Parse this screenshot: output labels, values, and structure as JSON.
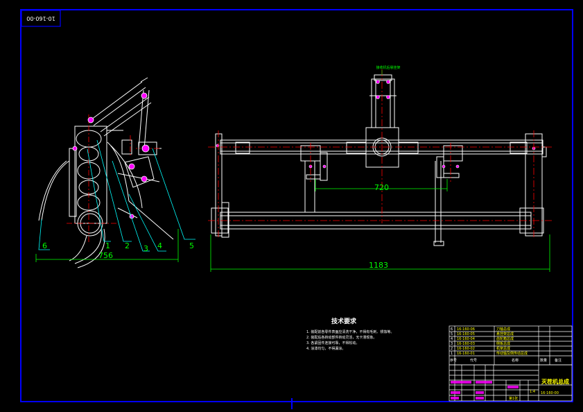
{
  "drawing_code_box": "10-160-00",
  "drawing_code": "16-160-00",
  "title": "灭茬机总成",
  "top_label": "接收机后悬挂架",
  "dimensions": {
    "side_width": "756",
    "top_center": "720",
    "top_total": "1183"
  },
  "callouts": [
    "1",
    "2",
    "3",
    "4",
    "5",
    "6"
  ],
  "tech_requirements": {
    "heading": "技术要求",
    "items": [
      "1. 装配前各零件表面应清洗干净，不得有毛刺、锈蚀等。",
      "2. 装配后各转动部件转动灵活，无卡滞现象。",
      "3. 各紧固件连接可靠，不得松动。",
      "4. 涂漆均匀，不得漏涂。"
    ]
  },
  "bom": {
    "rows": [
      {
        "no": "6",
        "code": "16-160-06",
        "name": "刀轴总成"
      },
      {
        "no": "5",
        "code": "16-160-05",
        "name": "悬挂架总成"
      },
      {
        "no": "4",
        "code": "16-160-04",
        "name": "齿轮箱总成"
      },
      {
        "no": "3",
        "code": "16-160-03",
        "name": "侧板总成"
      },
      {
        "no": "2",
        "code": "16-160-02",
        "name": "机架总成"
      },
      {
        "no": "1",
        "code": "16-160-01",
        "name": "传动轴及侧传动总成"
      }
    ],
    "header": {
      "no": "序号",
      "code": "代号",
      "name": "名称",
      "qty": "数量",
      "note": "备注"
    }
  },
  "title_block": {
    "scale": "1:4",
    "sheet": "第1张"
  },
  "colors": {
    "frame": "#0000ff",
    "line": "#ffffff",
    "dim": "#00ff00",
    "leader": "#00ffff",
    "center": "#ff0000",
    "hole": "#ff00ff",
    "text": "#ffff00"
  }
}
